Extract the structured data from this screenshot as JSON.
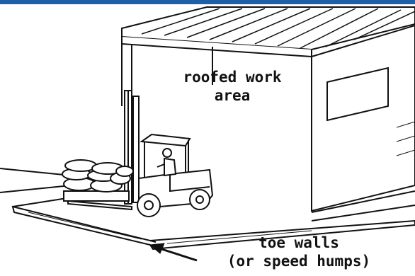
{
  "colors": {
    "top_bar": "#1f5fa8",
    "ink": "#111111",
    "paper": "#ffffff"
  },
  "labels": {
    "roof": {
      "line1": "roofed work",
      "line2": "area"
    },
    "toe": {
      "line1": "toe walls",
      "line2": "(or speed humps)"
    }
  },
  "icons": [
    "forklift-icon",
    "sack-stack-icon",
    "arrow-icon"
  ]
}
